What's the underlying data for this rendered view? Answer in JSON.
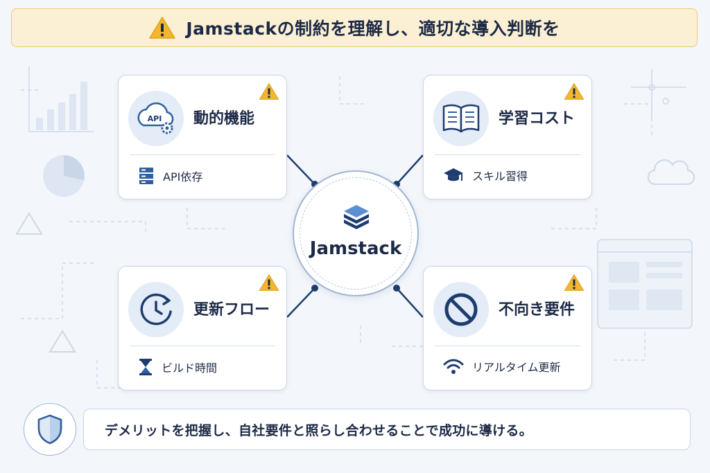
{
  "banner": {
    "title": "Jamstackの制約を理解し、適切な導入判断を",
    "icon": "warning-icon"
  },
  "hub": {
    "label": "Jamstack",
    "icon": "layers-stack-icon"
  },
  "cards": [
    {
      "title": "動的機能",
      "icon": "api-cloud-gear-icon",
      "icon_text": "API",
      "sub_label": "API依存",
      "sub_icon": "server-icon",
      "badge": "warning-icon"
    },
    {
      "title": "学習コスト",
      "icon": "open-book-icon",
      "sub_label": "スキル習得",
      "sub_icon": "graduation-cap-icon",
      "badge": "warning-icon"
    },
    {
      "title": "更新フロー",
      "icon": "clock-refresh-icon",
      "sub_label": "ビルド時間",
      "sub_icon": "hourglass-icon",
      "badge": "warning-icon"
    },
    {
      "title": "不向き要件",
      "icon": "prohibited-icon",
      "sub_label": "リアルタイム更新",
      "sub_icon": "wifi-icon",
      "badge": "warning-icon"
    }
  ],
  "footer": {
    "text": "デメリットを把握し、自社要件と照らし合わせることで成功に導ける。",
    "icon": "shield-icon"
  },
  "colors": {
    "navy": "#1d3d6e",
    "accent_blue": "#2f5f9e",
    "warning": "#f2b630",
    "banner_bg": "#fbf0d4"
  }
}
